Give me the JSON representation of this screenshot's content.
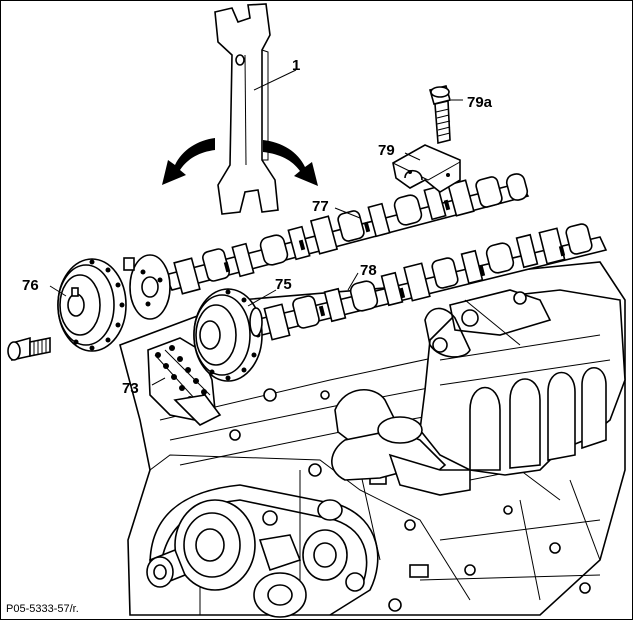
{
  "figure_code": "P05-5333-57/r.",
  "callouts": {
    "wrench": "1",
    "camshaft_upper": "77",
    "camshaft_lower": "78",
    "sprocket_exhaust": "75",
    "sprocket_intake": "76",
    "chain": "73",
    "bearing_cap": "79",
    "bolt": "79a"
  },
  "colors": {
    "line": "#000000",
    "background": "#ffffff",
    "shade": "#777777"
  },
  "icons": [
    "rotation-arrow-left-icon",
    "rotation-arrow-right-icon"
  ]
}
